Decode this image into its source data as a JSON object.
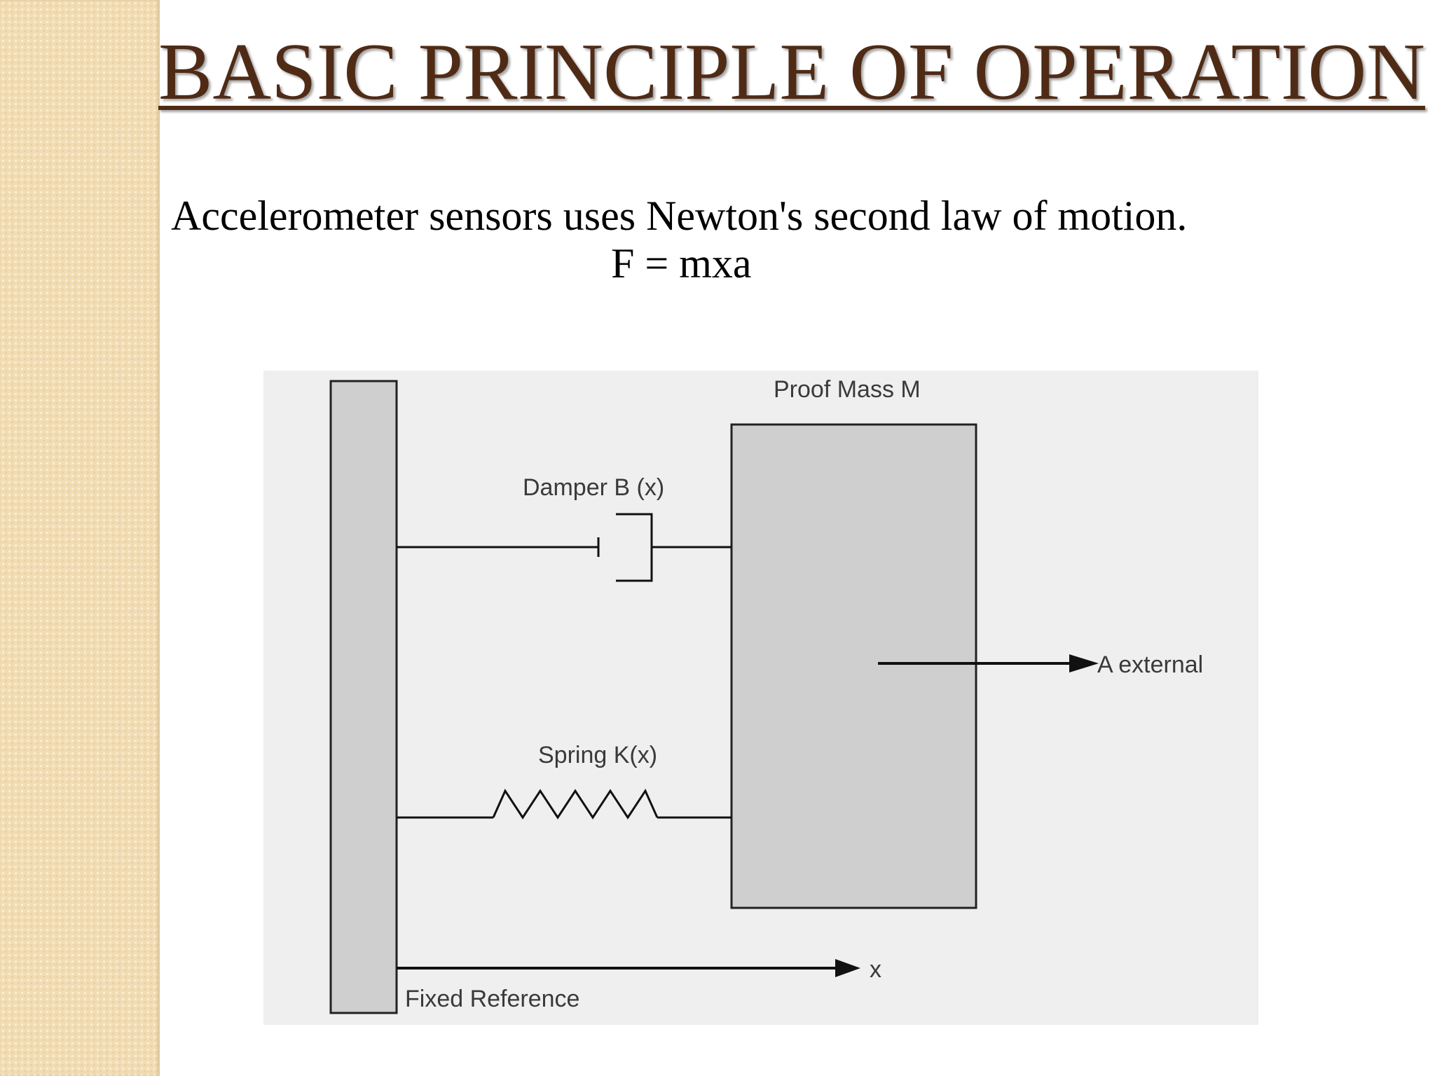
{
  "slide": {
    "title": "BASIC PRINCIPLE OF OPERATION",
    "body_line1": "Accelerometer sensors uses Newton's second law of motion.",
    "body_line2": "F = mxa"
  },
  "diagram": {
    "proof_mass_label": "Proof Mass M",
    "damper_label": "Damper B (x)",
    "spring_label": "Spring K(x)",
    "acceleration_label": "A external",
    "axis_label": "x",
    "fixed_reference_label": "Fixed Reference"
  },
  "colors": {
    "title": "#4f2b16",
    "side_strip": "#f2dcb3",
    "diagram_background": "#efefef",
    "block_fill": "#cfcfcf"
  }
}
